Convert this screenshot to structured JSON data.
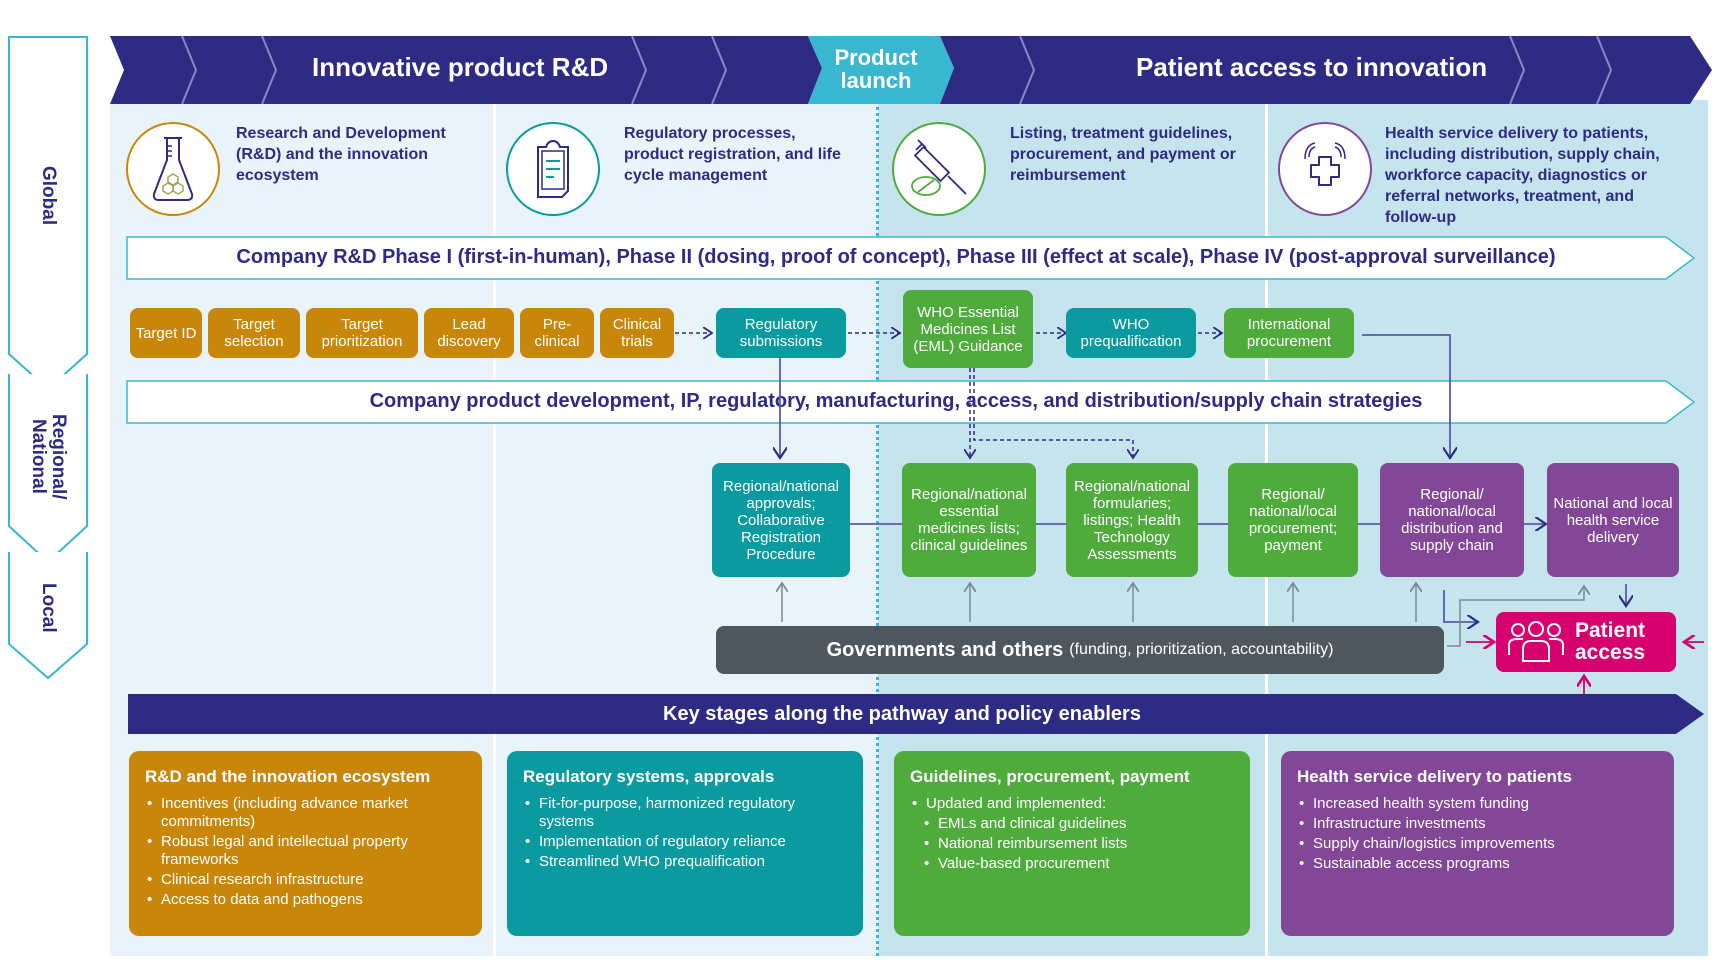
{
  "colors": {
    "navy": "#2e2b84",
    "launch_teal": "#3ab7d0",
    "ochre": "#c8860a",
    "teal": "#0a9a9f",
    "green": "#4eab3c",
    "purple": "#834797",
    "magenta": "#d6006f",
    "grey": "#4e575e",
    "light_bg": "#e8f4f9",
    "mid_bg": "#c5e4ee"
  },
  "levels": [
    {
      "label": "Global"
    },
    {
      "label": "Regional/ National"
    },
    {
      "label": "Local"
    }
  ],
  "header": {
    "rd_title": "Innovative product R&D",
    "launch_title": "Product launch",
    "access_title": "Patient access to innovation"
  },
  "intro": [
    {
      "icon": "flask-icon",
      "text": "Research and Development (R&D) and the innovation ecosystem"
    },
    {
      "icon": "clipboard-icon",
      "text": "Regulatory processes, product registration, and life cycle management"
    },
    {
      "icon": "syringe-pill-icon",
      "text": "Listing, treatment guidelines, procurement, and payment or reimbursement"
    },
    {
      "icon": "medical-cross-icon",
      "text": "Health service delivery to patients, including distribution, supply chain, workforce capacity, diagnostics or referral networks, treatment, and follow-up"
    }
  ],
  "banners": {
    "phases": "Company R&D Phase I (first-in-human), Phase II (dosing, proof of concept), Phase III (effect at scale), Phase IV (post-approval surveillance)",
    "strategies": "Company product development, IP, regulatory, manufacturing, access, and distribution/supply chain strategies",
    "key_stages": "Key stages along the pathway and policy enablers"
  },
  "global_steps": [
    {
      "label": "Target ID"
    },
    {
      "label": "Target selection"
    },
    {
      "label": "Target prioritization"
    },
    {
      "label": "Lead discovery"
    },
    {
      "label": "Pre-clinical"
    },
    {
      "label": "Clinical trials"
    },
    {
      "label": "Regulatory submissions"
    },
    {
      "label": "WHO Essential Medicines List (EML) Guidance"
    },
    {
      "label": "WHO prequalification"
    },
    {
      "label": "International procurement"
    }
  ],
  "regional_steps": [
    {
      "label": "Regional/national approvals; Collaborative Registration Procedure"
    },
    {
      "label": "Regional/national essential medicines lists; clinical guidelines"
    },
    {
      "label": "Regional/national formularies; listings; Health Technology Assessments"
    },
    {
      "label": "Regional/ national/local procurement; payment"
    },
    {
      "label": "Regional/ national/local distribution and supply chain"
    },
    {
      "label": "National and local health service delivery"
    }
  ],
  "governments": {
    "main": "Governments and others",
    "sub": "(funding, prioritization, accountability)"
  },
  "patient_access": {
    "label": "Patient access",
    "icon": "people-group-icon"
  },
  "enablers": [
    {
      "title": "R&D and the innovation ecosystem",
      "items": [
        {
          "text": "Incentives (including advance market commitments)",
          "level": 0
        },
        {
          "text": "Robust legal and intellectual property frameworks",
          "level": 0
        },
        {
          "text": "Clinical research infrastructure",
          "level": 0
        },
        {
          "text": "Access to data and pathogens",
          "level": 0
        }
      ]
    },
    {
      "title": "Regulatory systems, approvals",
      "items": [
        {
          "text": "Fit-for-purpose, harmonized regulatory systems",
          "level": 0
        },
        {
          "text": "Implementation of regulatory reliance",
          "level": 0
        },
        {
          "text": "Streamlined WHO prequalification",
          "level": 0
        }
      ]
    },
    {
      "title": "Guidelines, procurement, payment",
      "items": [
        {
          "text": "Updated and implemented:",
          "level": 0
        },
        {
          "text": "EMLs and clinical guidelines",
          "level": 1
        },
        {
          "text": "National reimbursement lists",
          "level": 1
        },
        {
          "text": "Value-based procurement",
          "level": 1
        }
      ]
    },
    {
      "title": "Health service delivery to patients",
      "items": [
        {
          "text": "Increased health system funding",
          "level": 0
        },
        {
          "text": "Infrastructure investments",
          "level": 0
        },
        {
          "text": "Supply chain/logistics improvements",
          "level": 0
        },
        {
          "text": "Sustainable access programs",
          "level": 0
        }
      ]
    }
  ]
}
